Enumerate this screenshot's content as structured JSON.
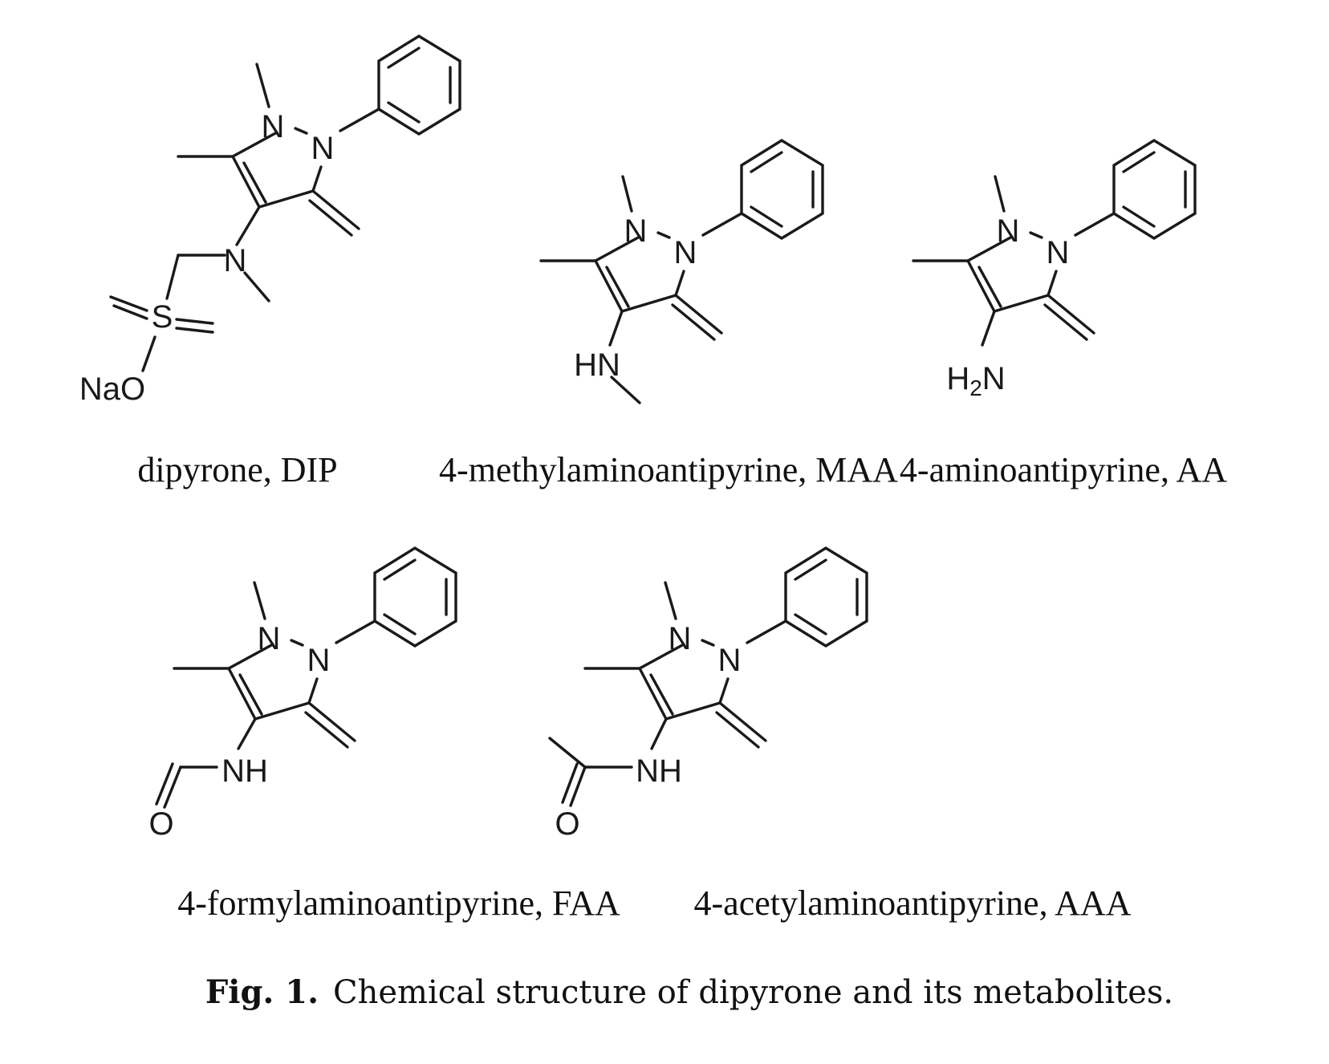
{
  "compounds": [
    {
      "name": "dipyrone, DIP",
      "atoms": {
        "n1": "N",
        "n2": "N",
        "n_sub": "N",
        "s": "S",
        "nao": "NaO"
      }
    },
    {
      "name": "4-methylaminoantipyrine, MAA",
      "atoms": {
        "n1": "N",
        "n2": "N",
        "hn": "HN"
      }
    },
    {
      "name": "4-aminoantipyrine, AA",
      "atoms": {
        "n1": "N",
        "n2": "N",
        "h": "H",
        "h_sub": "2",
        "n_amine": "N"
      }
    },
    {
      "name": "4-formylaminoantipyrine, FAA",
      "atoms": {
        "n1": "N",
        "n2": "N",
        "nh": "NH",
        "o": "O"
      }
    },
    {
      "name": "4-acetylaminoantipyrine, AAA",
      "atoms": {
        "n1": "N",
        "n2": "N",
        "nh": "NH",
        "o": "O"
      }
    }
  ],
  "caption": {
    "label": "Fig. 1.",
    "text": "Chemical structure of dipyrone and its metabolites."
  }
}
